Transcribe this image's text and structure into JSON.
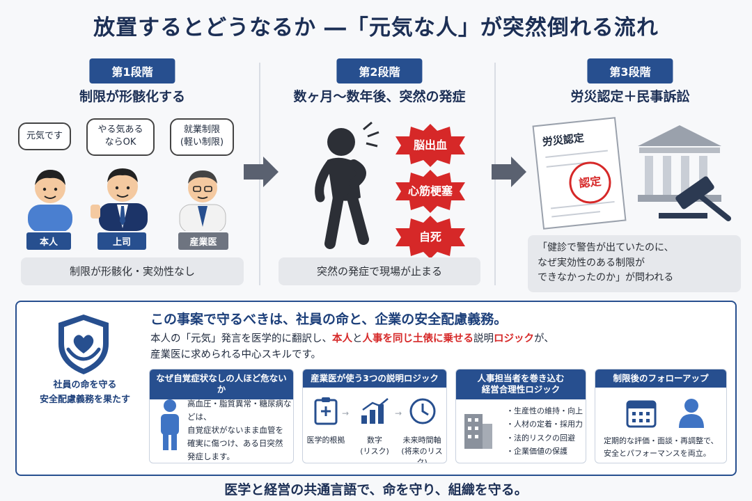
{
  "title": "放置するとどうなるか ―「元気な人」が突然倒れる流れ",
  "colors": {
    "navy": "#274f8f",
    "red": "#d62828",
    "grey": "#e6e8ec"
  },
  "stage1": {
    "tag": "第1段階",
    "heading": "制限が形骸化する",
    "bubbles": [
      "元気です",
      "やる気ある\nならOK",
      "就業制限\n(軽い制限)"
    ],
    "roles": [
      "本人",
      "上司",
      "産業医"
    ],
    "summary": "制限が形骸化・実効性なし"
  },
  "stage2": {
    "tag": "第2段階",
    "heading": "数ヶ月〜数年後、突然の発症",
    "events": [
      "脳出血",
      "心筋梗塞",
      "自死"
    ],
    "summary": "突然の発症で現場が止まる"
  },
  "stage3": {
    "tag": "第3段階",
    "heading": "労災認定＋民事訴訟",
    "document_title": "労災認定",
    "stamp": "認定",
    "quote": "「健診で警告が出ていたのに、\nなぜ実効性のある制限が\nできなかったのか」が問われる"
  },
  "bottom": {
    "shield_caption": "社員の命を守る\n安全配慮義務を果たす",
    "headline": "この事案で守るべきは、社員の命と、企業の安全配慮義務。",
    "body_1": "本人の「元気」発言を医学的に翻訳し、",
    "body_red_1": "本人",
    "body_2": "と",
    "body_red_2": "人事を同じ土俵に乗せる",
    "body_3": "説明",
    "body_red_3": "ロジック",
    "body_4": "が、",
    "body_line2": "産業医に求められる中心スキルです。",
    "cards": [
      {
        "title": "なぜ自覚症状なしの人ほど危ないか",
        "text": "高血圧・脂質異常・糖尿病などは、\n自覚症状がないまま血管を\n確実に傷つけ、ある日突然\n発症します。"
      },
      {
        "title": "産業医が使う3つの説明ロジック",
        "items": [
          {
            "label": "医学的根拠",
            "sub": ""
          },
          {
            "label": "数字",
            "sub": "(リスク)"
          },
          {
            "label": "未来時間軸",
            "sub": "(将来のリスク)"
          }
        ]
      },
      {
        "title": "人事担当者を巻き込む\n経営合理性ロジック",
        "bullets": [
          "生産性の維持・向上",
          "人材の定着・採用力",
          "法的リスクの回避",
          "企業価値の保護"
        ]
      },
      {
        "title": "制限後のフォローアップ",
        "text": "定期的な評価・面談・再調整で、\n安全とパフォーマンスを両立。"
      }
    ]
  },
  "footer": "医学と経営の共通言語で、命を守り、組織を守る。"
}
